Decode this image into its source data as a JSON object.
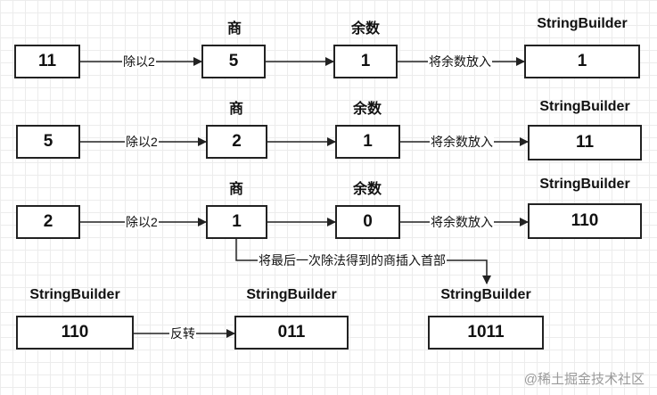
{
  "rows": [
    {
      "headers": {
        "quotient": "商",
        "remainder": "余数",
        "builder": "StringBuilder"
      },
      "dividend": "11",
      "divide_label": "除以2",
      "quotient": "5",
      "remainder": "1",
      "append_label": "将余数放入",
      "builder_value": "1"
    },
    {
      "headers": {
        "quotient": "商",
        "remainder": "余数",
        "builder": "StringBuilder"
      },
      "dividend": "5",
      "divide_label": "除以2",
      "quotient": "2",
      "remainder": "1",
      "append_label": "将余数放入",
      "builder_value": "11"
    },
    {
      "headers": {
        "quotient": "商",
        "remainder": "余数",
        "builder": "StringBuilder"
      },
      "dividend": "2",
      "divide_label": "除以2",
      "quotient": "1",
      "remainder": "0",
      "append_label": "将余数放入",
      "builder_value": "110"
    }
  ],
  "insert_label": "将最后一次除法得到的商插入首部",
  "bottom": {
    "left_header": "StringBuilder",
    "left_value": "110",
    "reverse_label": "反转",
    "mid_header": "StringBuilder",
    "mid_value": "011",
    "right_header": "StringBuilder",
    "right_value": "1011"
  },
  "watermark": "@稀土掘金技术社区"
}
